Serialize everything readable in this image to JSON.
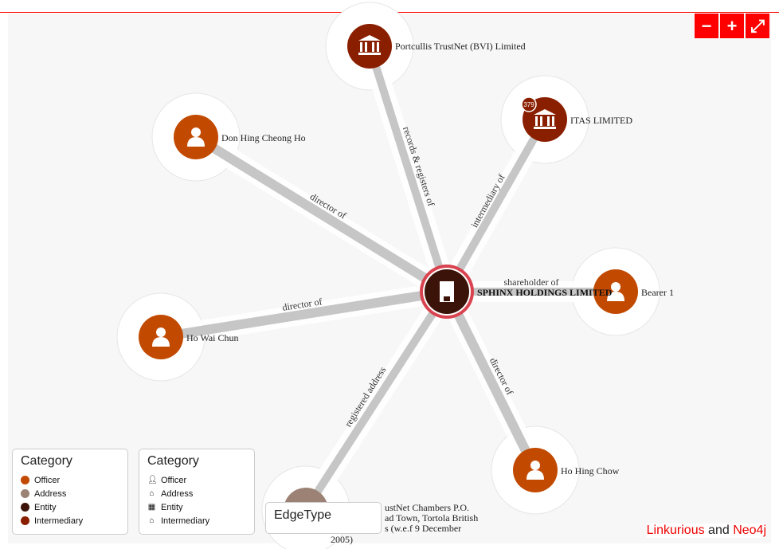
{
  "graph": {
    "center": {
      "label": "SPHINX HOLDINGS LIMITED",
      "type": "Entity"
    },
    "nodes": [
      {
        "label": "Portcullis TrustNet (BVI) Limited",
        "type": "Intermediary"
      },
      {
        "label": "ITAS LIMITED",
        "type": "Intermediary",
        "badge": "379"
      },
      {
        "label": "Don Hing Cheong Ho",
        "type": "Officer"
      },
      {
        "label": "Bearer 1",
        "type": "Officer"
      },
      {
        "label": "Ho Wai Chun",
        "type": "Officer"
      },
      {
        "label": "Ho Hing Chow",
        "type": "Officer"
      },
      {
        "label_lines": [
          "ustNet Chambers P.O.",
          "ad Town, Tortola British",
          "s (w.e.f 9 December",
          "2005)"
        ],
        "type": "Address"
      }
    ],
    "edges": [
      "records & registers of",
      "intermediary of",
      "director of",
      "shareholder of",
      "director of",
      "director of",
      "registered address"
    ]
  },
  "colors": {
    "Officer": "#c24a00",
    "Address": "#9b8275",
    "Entity": "#3b1308",
    "Intermediary": "#8a1f00",
    "accent": "#ff0000"
  },
  "controls": {
    "zoom_out": "−",
    "zoom_in": "+",
    "fullscreen": "⤢"
  },
  "legend_color": {
    "title": "Category",
    "items": [
      "Officer",
      "Address",
      "Entity",
      "Intermediary"
    ]
  },
  "legend_icon": {
    "title": "Category",
    "items": [
      "Officer",
      "Address",
      "Entity",
      "Intermediary"
    ],
    "icons": [
      "user-icon",
      "home-icon",
      "building-icon",
      "bank-icon"
    ]
  },
  "edge_legend": {
    "title": "EdgeType"
  },
  "credit": {
    "a": "Linkurious",
    "and": " and ",
    "b": "Neo4j"
  }
}
